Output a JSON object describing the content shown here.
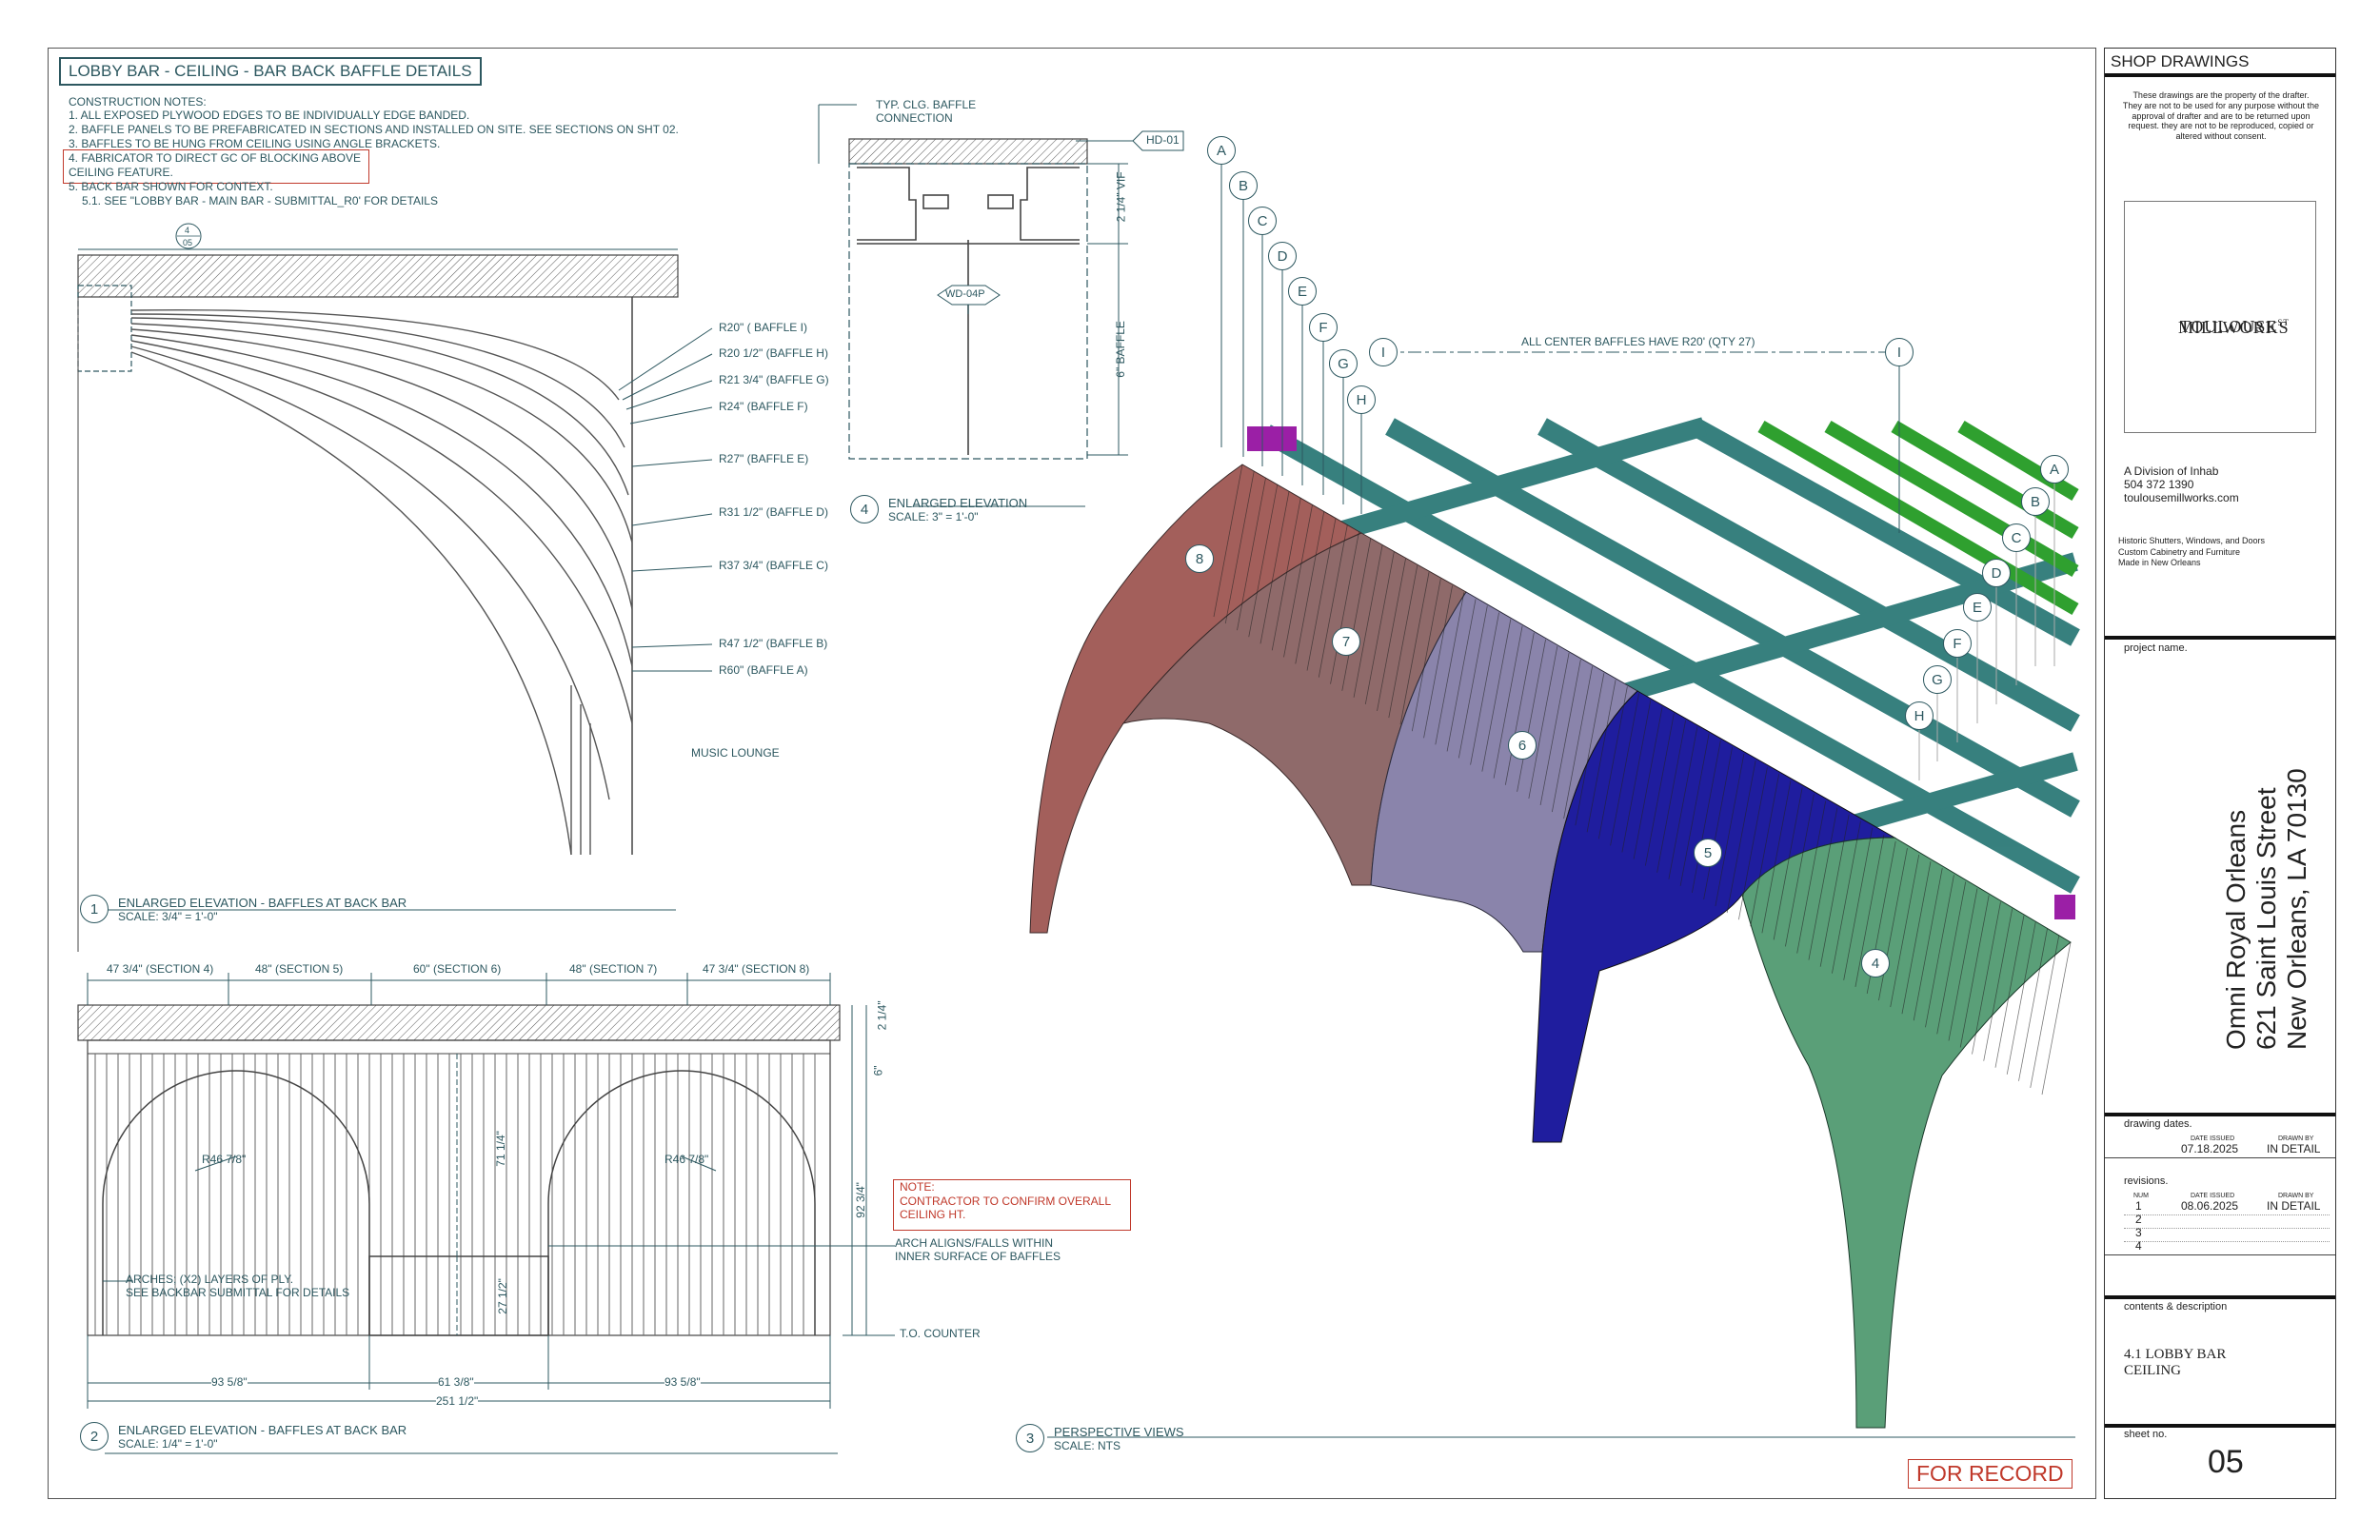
{
  "sheet_title": "LOBBY BAR - CEILING - BAR BACK BAFFLE DETAILS",
  "construction_notes": {
    "heading": "CONSTRUCTION NOTES:",
    "lines": [
      "1. ALL EXPOSED PLYWOOD EDGES TO BE INDIVIDUALLY EDGE BANDED.",
      "2. BAFFLE PANELS TO BE PREFABRICATED IN SECTIONS AND INSTALLED ON SITE. SEE SECTIONS ON SHT 02.",
      "3. BAFFLES TO BE HUNG FROM CEILING USING ANGLE BRACKETS.",
      "4. FABRICATOR TO DIRECT GC OF BLOCKING ABOVE",
      "CEILING FEATURE.",
      "5. BACK BAR SHOWN FOR CONTEXT.",
      "5.1. SEE \"LOBBY BAR - MAIN BAR - SUBMITTAL_R0' FOR DETAILS"
    ]
  },
  "detail1": {
    "section_ref_top": "4",
    "section_ref_bottom": "05",
    "radii": [
      "R20\" ( BAFFLE I)",
      "R20 1/2\" (BAFFLE H)",
      "R21 3/4\" (BAFFLE G)",
      "R24\" (BAFFLE F)",
      "R27\" (BAFFLE E)",
      "R31 1/2\" (BAFFLE D)",
      "R37 3/4\" (BAFFLE C)",
      "R47 1/2\" (BAFFLE B)",
      "R60\" (BAFFLE A)"
    ],
    "music_lounge": "MUSIC LOUNGE",
    "number": "1",
    "title": "ENLARGED ELEVATION - BAFFLES AT BACK BAR",
    "scale": "SCALE: 3/4\" = 1'-0\""
  },
  "detail2": {
    "sections": [
      "47 3/4\" (SECTION 4)",
      "48\" (SECTION 5)",
      "60\" (SECTION 6)",
      "48\" (SECTION 7)",
      "47 3/4\" (SECTION 8)"
    ],
    "dim_2_1_4": "2 1/4\"",
    "dim_6": "6\"",
    "dim_71_1_4": "71 1/4\"",
    "dim_92_3_4": "92 3/4\"",
    "dim_27_1_2": "27 1/2\"",
    "r_left": "R46 7/8\"",
    "r_right": "R46 7/8\"",
    "note_heading": "NOTE:",
    "note_text": "CONTRACTOR TO CONFIRM OVERALL\nCEILING HT.",
    "arch_note": "ARCH ALIGNS/FALLS WITHIN\nINNER SURFACE OF BAFFLES",
    "arches_note": "ARCHES; (X2) LAYERS OF PLY.\nSEE BACKBAR SUBMITTAL FOR DETAILS",
    "to_counter": "T.O. COUNTER",
    "bottom_dims": [
      "93 5/8\"",
      "61 3/8\"",
      "93 5/8\""
    ],
    "overall": "251 1/2\"",
    "number": "2",
    "title": "ENLARGED ELEVATION - BAFFLES AT BACK BAR",
    "scale": "SCALE: 1/4\" = 1'-0\""
  },
  "detail4": {
    "typ_conn": "TYP. CLG. BAFFLE\nCONNECTION",
    "hd": "HD-01",
    "wd": "WD-04P",
    "dim_vif": "2 1/4\" VIF",
    "dim_baffle": "6\" BAFFLE",
    "number": "4",
    "title": "ENLARGED ELEVATION",
    "scale": "SCALE: 3\" = 1'-0\""
  },
  "detail3": {
    "letters_top": [
      "A",
      "B",
      "C",
      "D",
      "E",
      "F",
      "G",
      "H",
      "I"
    ],
    "letters_right": [
      "A",
      "B",
      "C",
      "D",
      "E",
      "F",
      "G",
      "H"
    ],
    "i_label": "I",
    "center_note": "ALL CENTER BAFFLES HAVE R20' (QTY 27)",
    "sections": [
      "8",
      "7",
      "6",
      "5",
      "4"
    ],
    "section_colors": [
      "#a35f5b",
      "#8f6a6a",
      "#8a84ab",
      "#1f1d9e",
      "#5a9f78"
    ],
    "number": "3",
    "title": "PERSPECTIVE VIEWS",
    "scale": "SCALE: NTS"
  },
  "for_record": "FOR RECORD",
  "title_block": {
    "header": "SHOP DRAWINGS",
    "disclaimer": "These drawings are the property of the drafter.\nThey are not to be used for any purpose without the\napproval of drafter and are to be returned upon\nrequest. they are not to be reproduced, copied or\naltered without consent.",
    "logo_line1": "TOULOUSE",
    "logo_sup": "ST",
    "logo_line2": "MILLWORKS",
    "division": "A Division of Inhab",
    "phone": "504 372 1390",
    "web": "toulousemillworks.com",
    "services": "Historic Shutters, Windows, and Doors\nCustom Cabinetry and Furniture\nMade in New Orleans",
    "project_label": "project name.",
    "project_lines": [
      "Omni Royal Orleans",
      "621 Saint Louis Street",
      "New Orleans, LA 70130"
    ],
    "dates_label": "drawing dates.",
    "date_issued_hdr": "DATE ISSUED",
    "drawn_by_hdr": "DRAWN BY",
    "date_issued": "07.18.2025",
    "drawn_by": "IN DETAIL",
    "revisions_label": "revisions.",
    "rev_num_hdr": "NUM",
    "revisions": [
      {
        "num": "1",
        "date": "08.06.2025",
        "by": "IN DETAIL"
      },
      {
        "num": "2",
        "date": "",
        "by": ""
      },
      {
        "num": "3",
        "date": "",
        "by": ""
      },
      {
        "num": "4",
        "date": "",
        "by": ""
      }
    ],
    "contents_label": "contents & description",
    "contents": "4.1 LOBBY BAR\nCEILING",
    "sheet_label": "sheet no.",
    "sheet_no": "05"
  }
}
